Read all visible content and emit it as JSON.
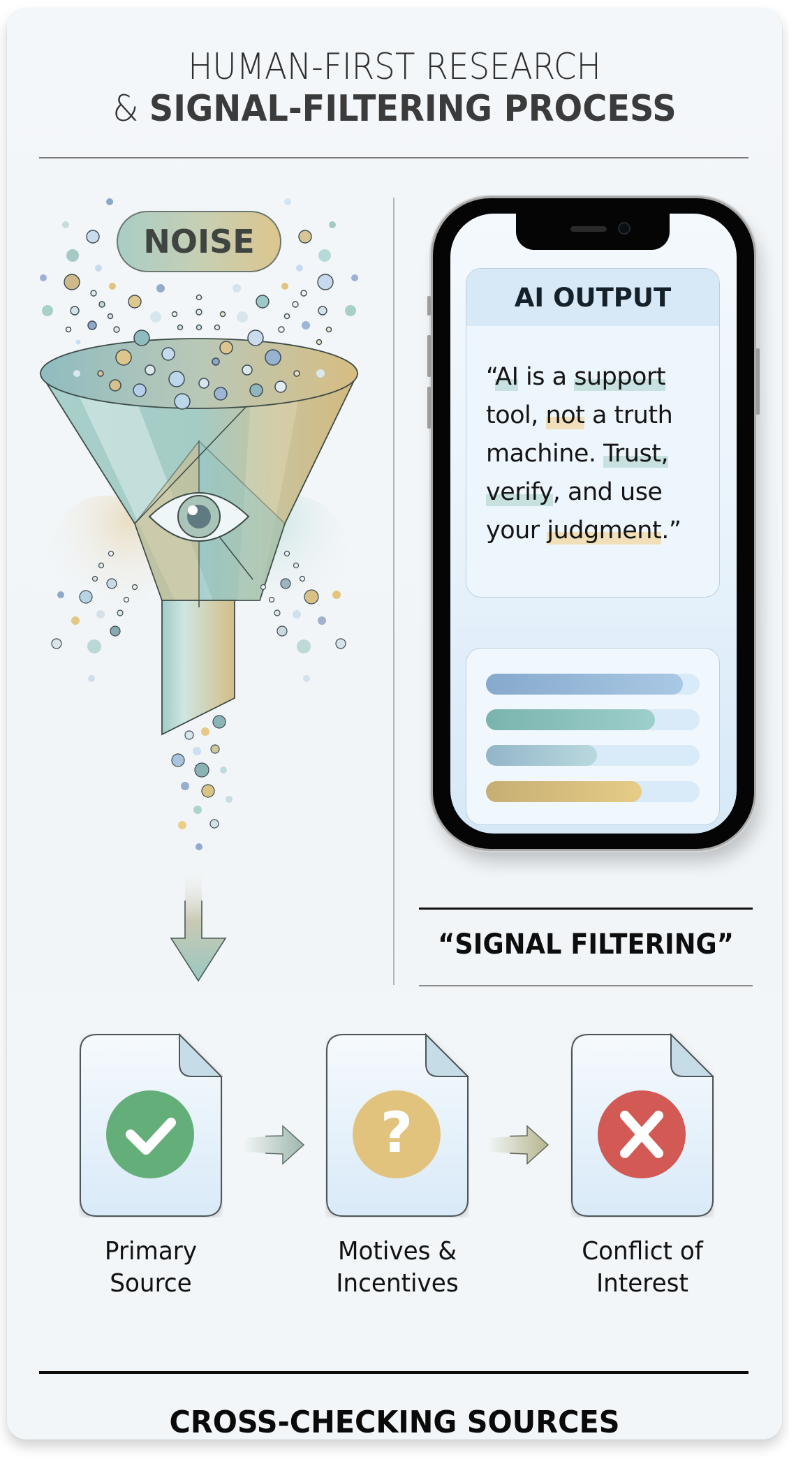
{
  "header": {
    "title_line1": "HUMAN-FIRST RESEARCH",
    "title_line2_prefix": "&",
    "title_line2_bold": "SIGNAL-FILTERING PROCESS"
  },
  "funnel": {
    "noise_label": "NOISE",
    "center_icon": "eye-icon",
    "output_arrow_icon": "arrow-down-icon",
    "colors": {
      "teal": "#9fcbc6",
      "gold": "#d6bf84",
      "blue": "#a9c4de",
      "outline": "#4a5550"
    }
  },
  "phone": {
    "card_title": "AI OUTPUT",
    "quote": {
      "open": "“",
      "w1": "AI",
      "t1": " is a ",
      "w2": "support",
      "t2": " tool, ",
      "w3": "not",
      "t3": " a truth machine. ",
      "w4": "Trust,",
      "t4": " ",
      "w5": "verify",
      "t5": ", and use your ",
      "w6": "judgment",
      "close": ".”"
    },
    "bars": [
      {
        "percent": 92,
        "color_from": "#86a9cc",
        "color_to": "#a9c8e4"
      },
      {
        "percent": 79,
        "color_from": "#7ab3ad",
        "color_to": "#9dcfcb"
      },
      {
        "percent": 52,
        "color_from": "#92b5c8",
        "color_to": "#bad9de"
      },
      {
        "percent": 73,
        "color_from": "#c6ae74",
        "color_to": "#e6cc87"
      }
    ]
  },
  "signal": {
    "label": "“SIGNAL FILTERING”"
  },
  "sources": {
    "items": [
      {
        "label_line1": "Primary",
        "label_line2": "Source",
        "icon": "check-icon",
        "color": "#62ad78"
      },
      {
        "label_line1": "Motives &",
        "label_line2": "Incentives",
        "icon": "question-icon",
        "color": "#e3c47e"
      },
      {
        "label_line1": "Conflict of",
        "label_line2": "Interest",
        "icon": "x-icon",
        "color": "#d35a55"
      }
    ],
    "arrow_icon": "arrow-right-icon"
  },
  "footer": {
    "label": "CROSS-CHECKING SOURCES"
  }
}
